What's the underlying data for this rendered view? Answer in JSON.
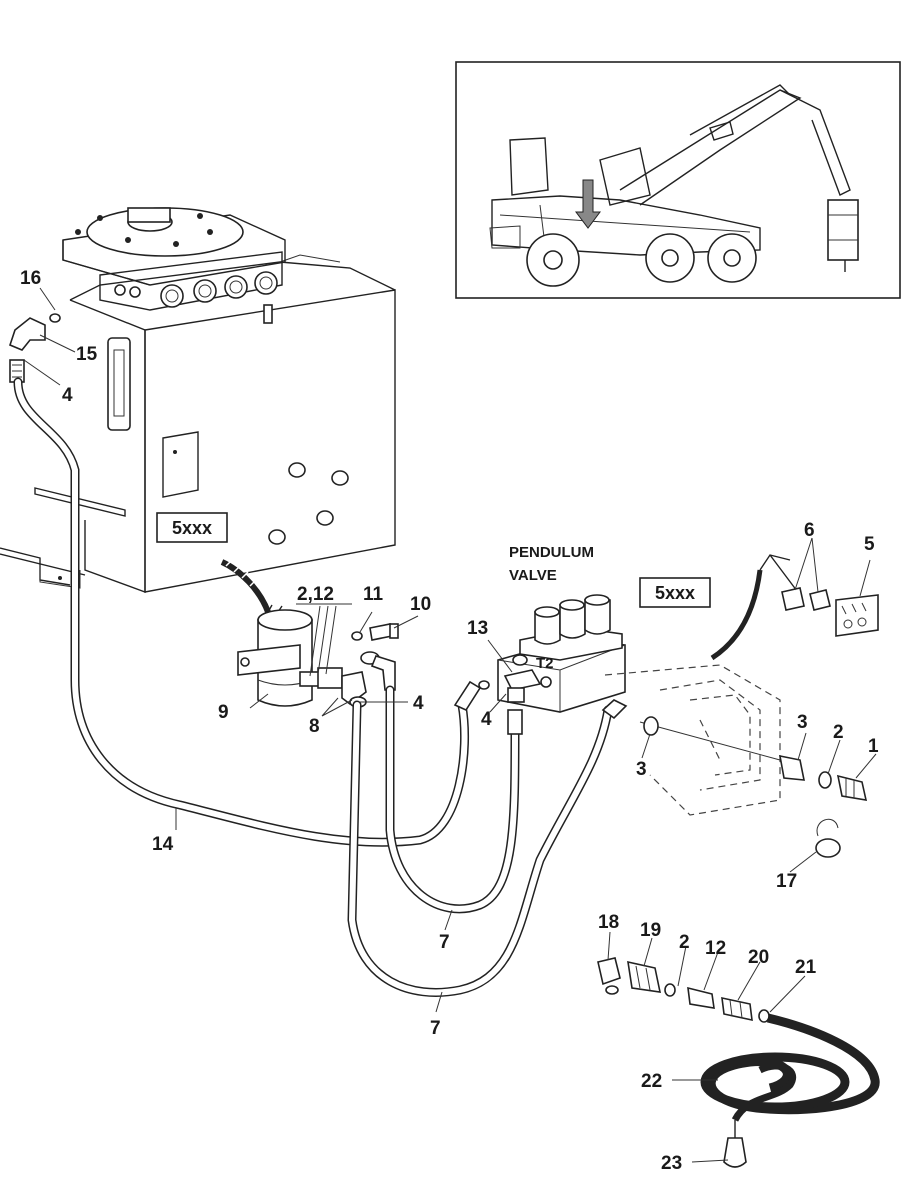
{
  "labels": {
    "l1": "1",
    "l2a": "2",
    "l2b": "2",
    "l3a": "3",
    "l3b": "3",
    "l4a": "4",
    "l4b": "4",
    "l4c": "4",
    "l5": "5",
    "l6": "6",
    "l7a": "7",
    "l7b": "7",
    "l8": "8",
    "l9": "9",
    "l10": "10",
    "l11": "11",
    "l12": "12",
    "l13": "13",
    "l14": "14",
    "l15": "15",
    "l16": "16",
    "l17": "17",
    "l18": "18",
    "l19": "19",
    "l20": "20",
    "l21": "21",
    "l22": "22",
    "l23": "23",
    "l212": "2,12",
    "t2": "T2"
  },
  "pendulum_valve": {
    "line1": "PENDULUM",
    "line2": "VALVE"
  },
  "boxes": {
    "box_left": "5xxx",
    "box_right": "5xxx"
  }
}
